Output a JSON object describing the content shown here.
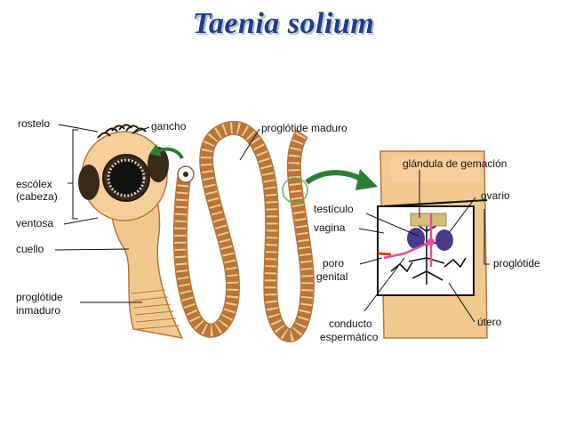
{
  "title": "Taenia solium",
  "labels": {
    "rostelo": "rostelo",
    "gancho": "gancho",
    "proglotide_maduro": "proglótide maduro",
    "escolex_1": "escólex",
    "escolex_2": "(cabeza)",
    "ventosa": "ventosa",
    "cuello": "cuello",
    "proglotide_inmaduro_1": "proglótide",
    "proglotide_inmaduro_2": "inmaduro",
    "glandula": "glándula de gemación",
    "testiculo": "testículo",
    "ovario": "ovario",
    "vagina": "vagina",
    "poro_1": "poro",
    "poro_2": "genital",
    "proglotide_right": "proglótide",
    "conducto_1": "conducto",
    "conducto_2": "espermático",
    "utero": "útero"
  },
  "colors": {
    "title": "#1f3d8c",
    "worm_body": "#f1c98f",
    "worm_stroke": "#b8763a",
    "arrow": "#2e7d32",
    "sucker": "#3a2a1a",
    "testes": "#e94d9a",
    "ovary": "#4b3a8c"
  }
}
